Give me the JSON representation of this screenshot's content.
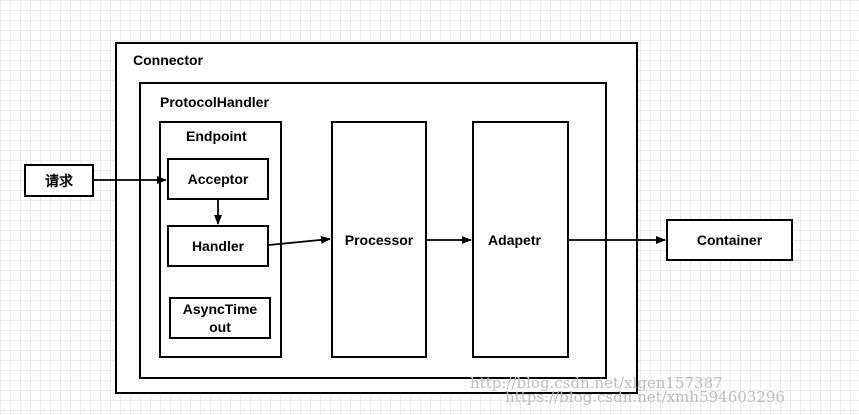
{
  "diagram": {
    "connector": "Connector",
    "protocol_handler": "ProtocolHandler",
    "endpoint": "Endpoint",
    "request": "请求",
    "acceptor": "Acceptor",
    "handler": "Handler",
    "async_timeout": "AsyncTime\nout",
    "processor": "Processor",
    "adapter": "Adapetr",
    "container": "Container"
  },
  "watermark": {
    "line1": "http://blog.csdn.net/xlgen157387",
    "line2": "https://blog.csdn.net/xmh594603296"
  }
}
